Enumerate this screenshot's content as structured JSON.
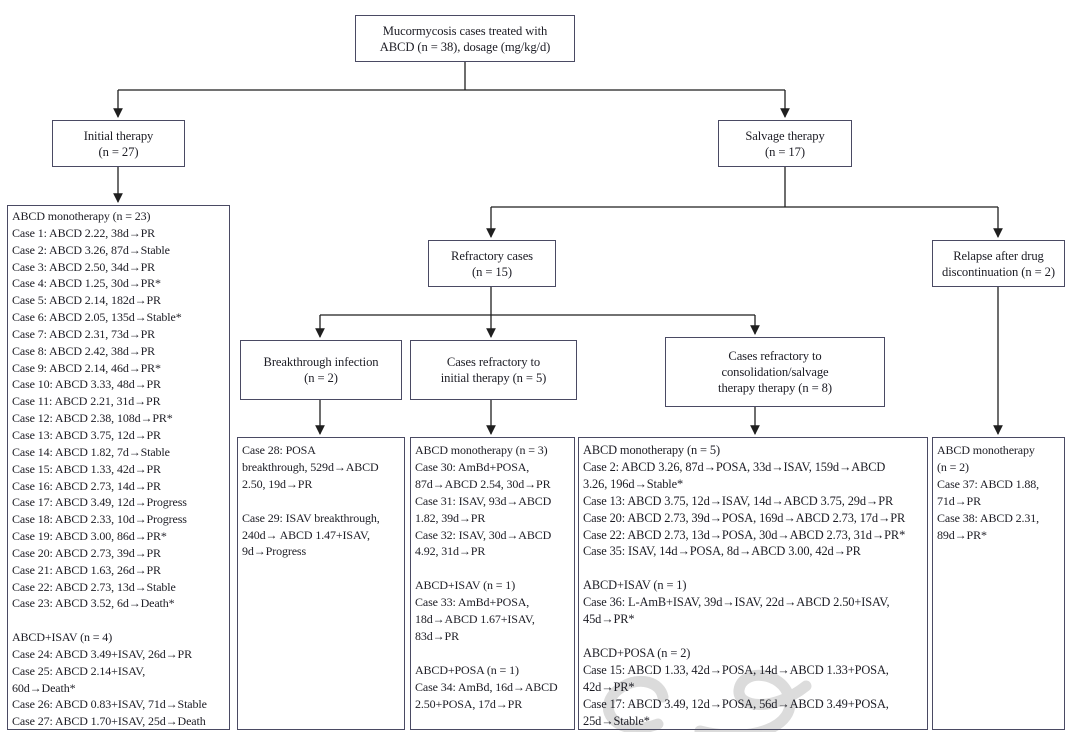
{
  "colors": {
    "bg": "#ffffff",
    "border_color": "#4a4a63",
    "text_color": "#1c1c24",
    "line_color": "#1f1f1f",
    "watermark_color": "#c9c9c9"
  },
  "flowchart": {
    "nodes": {
      "root": {
        "lines": [
          "Mucormycosis cases treated with",
          "ABCD (n = 38), dosage (mg/kg/d)"
        ]
      },
      "initial_therapy": {
        "lines": [
          "Initial therapy",
          "(n = 27)"
        ]
      },
      "salvage_therapy": {
        "lines": [
          "Salvage therapy",
          "(n = 17)"
        ]
      },
      "refractory_cases": {
        "lines": [
          "Refractory cases",
          "(n = 15)"
        ]
      },
      "relapse": {
        "lines": [
          "Relapse after drug",
          "discontinuation (n = 2)"
        ]
      },
      "breakthrough": {
        "lines": [
          "Breakthrough infection",
          "(n = 2)"
        ]
      },
      "refractory_initial": {
        "lines": [
          "Cases refractory to",
          "initial therapy (n = 5)"
        ]
      },
      "refractory_consolidation": {
        "lines": [
          "Cases refractory to",
          "consolidation/salvage",
          "therapy therapy (n = 8)"
        ]
      }
    },
    "detail_boxes": {
      "initial_therapy_cases": {
        "lines": [
          "ABCD monotherapy (n = 23)",
          "Case 1: ABCD 2.22, 38d→PR",
          "Case 2: ABCD 3.26, 87d→Stable",
          "Case 3: ABCD 2.50, 34d→PR",
          "Case 4: ABCD 1.25, 30d→PR*",
          "Case 5: ABCD 2.14, 182d→PR",
          "Case 6: ABCD 2.05, 135d→Stable*",
          "Case 7: ABCD 2.31, 73d→PR",
          "Case 8: ABCD 2.42, 38d→PR",
          "Case 9: ABCD 2.14, 46d→PR*",
          "Case 10: ABCD 3.33, 48d→PR",
          "Case 11: ABCD 2.21, 31d→PR",
          "Case 12: ABCD 2.38, 108d→PR*",
          "Case 13: ABCD 3.75, 12d→PR",
          "Case 14: ABCD 1.82, 7d→Stable",
          "Case 15: ABCD 1.33, 42d→PR",
          "Case 16: ABCD 2.73, 14d→PR",
          "Case 17: ABCD 3.49, 12d→Progress",
          "Case 18: ABCD 2.33, 10d→Progress",
          "Case 19: ABCD 3.00, 86d→PR*",
          "Case 20: ABCD 2.73, 39d→PR",
          "Case 21: ABCD 1.63, 26d→PR",
          "Case 22: ABCD 2.73, 13d→Stable",
          "Case 23: ABCD 3.52, 6d→Death*",
          "",
          "ABCD+ISAV (n = 4)",
          "Case 24: ABCD 3.49+ISAV, 26d→PR",
          "Case 25: ABCD 2.14+ISAV,",
          "60d→Death*",
          "Case 26: ABCD 0.83+ISAV, 71d→Stable",
          "Case 27: ABCD 1.70+ISAV, 25d→Death"
        ]
      },
      "breakthrough_cases": {
        "lines": [
          "Case 28: POSA",
          "breakthrough, 529d→ABCD",
          "2.50, 19d→PR",
          "",
          "Case 29: ISAV breakthrough,",
          "240d→ ABCD 1.47+ISAV,",
          "9d→Progress"
        ]
      },
      "refractory_initial_cases": {
        "lines": [
          "ABCD monotherapy (n = 3)",
          "Case 30: AmBd+POSA,",
          "87d→ABCD 2.54, 30d→PR",
          "Case 31: ISAV, 93d→ABCD",
          "1.82, 39d→PR",
          "Case 32: ISAV, 30d→ABCD",
          "4.92, 31d→PR",
          "",
          "ABCD+ISAV (n = 1)",
          "Case 33: AmBd+POSA,",
          "18d→ABCD 1.67+ISAV,",
          "83d→PR",
          "",
          "ABCD+POSA (n = 1)",
          "Case 34: AmBd, 16d→ABCD",
          "2.50+POSA, 17d→PR"
        ]
      },
      "refractory_consolidation_cases": {
        "lines": [
          "ABCD monotherapy (n = 5)",
          "Case 2: ABCD 3.26, 87d→POSA, 33d→ISAV, 159d→ABCD",
          "3.26, 196d→Stable*",
          "Case 13: ABCD 3.75, 12d→ISAV, 14d→ABCD 3.75, 29d→PR",
          "Case 20: ABCD 2.73, 39d→POSA, 169d→ABCD 2.73, 17d→PR",
          "Case 22: ABCD 2.73, 13d→POSA, 30d→ABCD 2.73, 31d→PR*",
          "Case 35: ISAV, 14d→POSA, 8d→ABCD 3.00, 42d→PR",
          "",
          "ABCD+ISAV (n = 1)",
          "Case 36: L-AmB+ISAV, 39d→ISAV, 22d→ABCD 2.50+ISAV,",
          "45d→PR*",
          "",
          "ABCD+POSA (n = 2)",
          "Case 15: ABCD 1.33, 42d→POSA, 14d→ABCD 1.33+POSA,",
          "42d→PR*",
          "Case 17: ABCD 3.49, 12d→POSA, 56d→ABCD 3.49+POSA,",
          "25d→Stable*"
        ]
      },
      "relapse_cases": {
        "lines": [
          "ABCD monotherapy",
          "(n = 2)",
          "Case 37: ABCD 1.88,",
          "71d→PR",
          "Case 38: ABCD 2.31,",
          "89d→PR*"
        ]
      }
    }
  }
}
